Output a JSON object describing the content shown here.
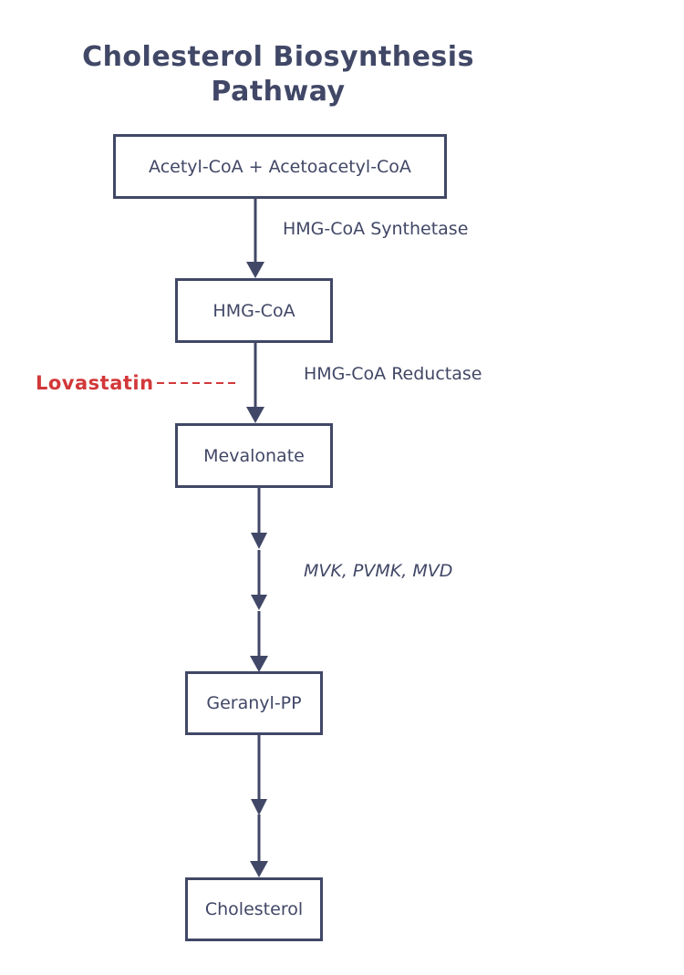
{
  "title": {
    "line1": "Cholesterol Biosynthesis",
    "line2": "Pathway"
  },
  "nodes": {
    "acetyl_coa": "Acetyl-CoA + Acetoacetyl-CoA",
    "hmg_coa": "HMG-CoA",
    "mevalonate": "Mevalonate",
    "geranyl_pp": "Geranyl-PP",
    "cholesterol": "Cholesterol"
  },
  "enzymes": {
    "synthetase": "HMG-CoA Synthetase",
    "reductase": "HMG-CoA Reductase",
    "kinases": "MVK, PVMK, MVD"
  },
  "inhibitor": {
    "name": "Lovastatin"
  },
  "colors": {
    "primary": "#414766",
    "inhibitor": "#d2383a",
    "background": "#ffffff"
  }
}
